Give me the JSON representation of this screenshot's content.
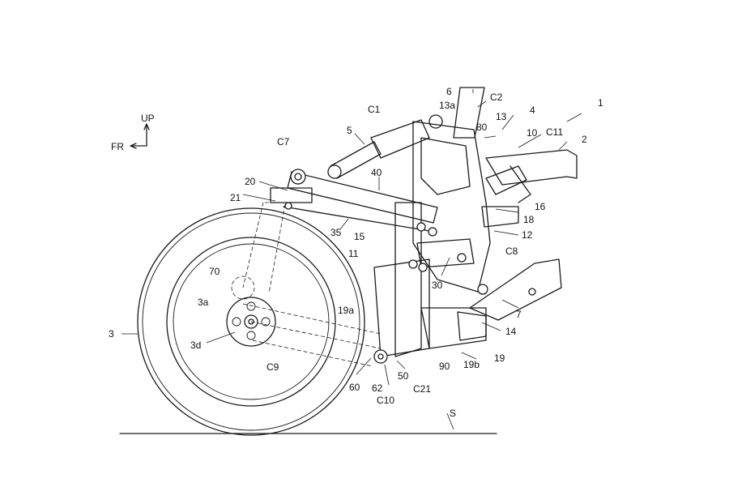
{
  "orientation": {
    "up": "UP",
    "forward": "FR"
  },
  "labels": {
    "n1": "1",
    "n2": "2",
    "n3": "3",
    "n3a": "3a",
    "n3d": "3d",
    "n4": "4",
    "n5": "5",
    "n6": "6",
    "n7": "7",
    "n10": "10",
    "n11": "11",
    "n12": "12",
    "n13": "13",
    "n13a": "13a",
    "n14": "14",
    "n15": "15",
    "n16": "16",
    "n18": "18",
    "n19": "19",
    "n19a": "19a",
    "n19b": "19b",
    "n20": "20",
    "n21": "21",
    "n30": "30",
    "n35": "35",
    "n40": "40",
    "n50": "50",
    "n60": "60",
    "n62": "62",
    "n70": "70",
    "n80": "80",
    "n90": "90",
    "c1": "C1",
    "c2": "C2",
    "c7": "C7",
    "c8": "C8",
    "c9": "C9",
    "c10": "C10",
    "c11": "C11",
    "c21": "C21",
    "s": "S"
  },
  "line_color": "#1a1a1a",
  "background_color": "#ffffff"
}
